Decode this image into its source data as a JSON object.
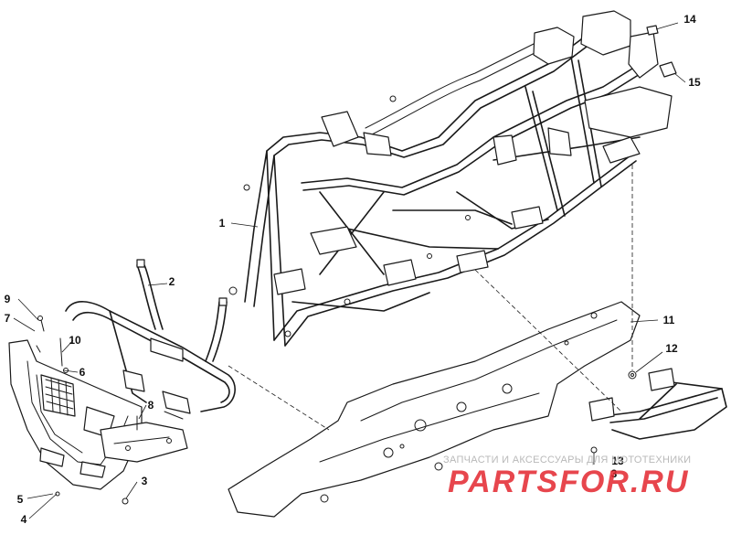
{
  "callouts": [
    {
      "id": "1",
      "label": "1"
    },
    {
      "id": "2",
      "label": "2"
    },
    {
      "id": "3a",
      "label": "3"
    },
    {
      "id": "3b",
      "label": "3"
    },
    {
      "id": "4",
      "label": "4"
    },
    {
      "id": "5",
      "label": "5"
    },
    {
      "id": "6",
      "label": "6"
    },
    {
      "id": "7",
      "label": "7"
    },
    {
      "id": "8",
      "label": "8"
    },
    {
      "id": "9",
      "label": "9"
    },
    {
      "id": "10",
      "label": "10"
    },
    {
      "id": "11",
      "label": "11"
    },
    {
      "id": "12",
      "label": "12"
    },
    {
      "id": "13",
      "label": "13"
    },
    {
      "id": "14",
      "label": "14"
    },
    {
      "id": "15",
      "label": "15"
    }
  ],
  "watermark": {
    "tagline": "ЗАПЧАСТИ И АКСЕССУАРЫ ДЛЯ МОТОТЕХНИКИ",
    "logo": "PARTSFOR.RU",
    "logo_color": "#e3262f"
  }
}
